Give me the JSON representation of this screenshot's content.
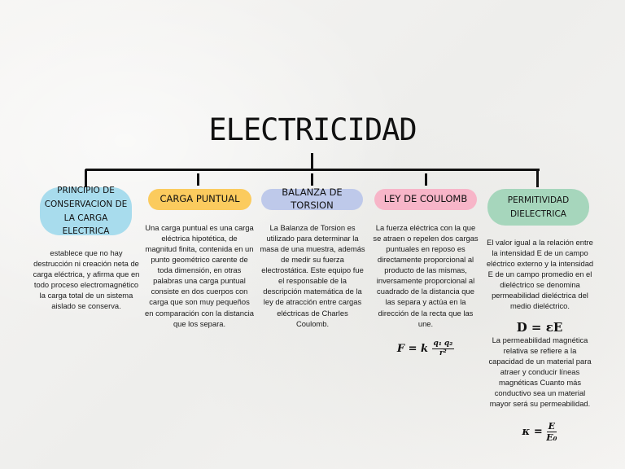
{
  "title": "ELECTRICIDAD",
  "colors": {
    "blue": "#a8dced",
    "yellow": "#fbcb5e",
    "lavender": "#bec9ea",
    "pink": "#f7b5c8",
    "green": "#a6d6bc"
  },
  "nodes": [
    {
      "label": "PRINCIPIO DE CONSERVACION DE LA CARGA ELECTRICA",
      "text": "establece que no hay destrucción ni creación neta de carga eléctrica, y afirma que en todo proceso electromagnético la carga total de un sistema aislado se conserva."
    },
    {
      "label": "CARGA PUNTUAL",
      "text": "Una carga puntual es una carga eléctrica hipotética, de magnitud finita, contenida en un punto geométrico carente de toda dimensión, en otras palabras una carga puntual consiste en dos cuerpos con carga que son muy pequeños en comparación con la distancia que los separa."
    },
    {
      "label": "BALANZA DE TORSION",
      "text": "La Balanza de Torsion es utilizado para determinar la masa de una muestra, además de medir su fuerza electrostática. Este equipo fue el responsable de la descripción matemática de la ley de atracción entre cargas eléctricas de Charles Coulomb."
    },
    {
      "label": "LEY DE COULOMB",
      "text": "La fuerza eléctrica con la que se atraen o repelen dos cargas puntuales en reposo es directamente proporcional al producto de las mismas, inversamente proporcional al cuadrado de la distancia que las separa y actúa en la dirección de la recta que las une.",
      "formula": {
        "lhs": "F = k",
        "numerator": "q₁ q₂",
        "denominator": "r²"
      }
    },
    {
      "label": "PERMITIVIDAD DIELECTRICA",
      "text": "El valor igual a la relación entre la intensidad E de un campo eléctrico externo y la intensidad E de un campo promedio en el dieléctrico se denomina permeabilidad dieléctrica del medio dieléctrico.",
      "formula1": "D = εE",
      "text2": "La permeabilidad magnética relativa se refiere a la capacidad de un material para atraer y conducir líneas magnéticas Cuanto más conductivo sea un material mayor será su permeabilidad.",
      "formula2": {
        "lhs": "κ =",
        "numerator": "E",
        "denominator": "E₀"
      }
    }
  ]
}
